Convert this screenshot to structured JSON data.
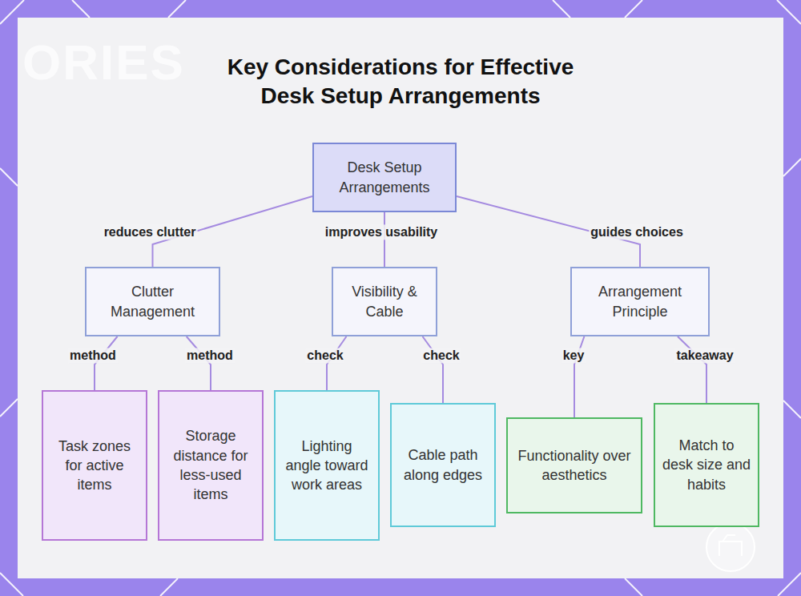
{
  "diagram": {
    "title": "Key Considerations for Effective Desk Setup Arrangements",
    "nodes": [
      {
        "text": [
          "Desk Setup Arrangements"
        ]
      },
      {
        "text": [
          "Clutter Management"
        ]
      },
      {
        "text": [
          "Visibility & Cable"
        ]
      },
      {
        "text": [
          "Arrangement Principle"
        ]
      },
      {
        "text": [
          "Task zones for active items"
        ]
      },
      {
        "text": [
          "Storage distance for less-used items"
        ]
      },
      {
        "text": [
          "Lighting angle toward work areas"
        ]
      },
      {
        "text": [
          "Cable path along edges"
        ]
      },
      {
        "text": [
          "Functionality over aesthetics"
        ]
      },
      {
        "text": [
          "Match to desk size and habits"
        ]
      }
    ],
    "edges": [
      {
        "from": 0,
        "to": 1,
        "label": "reduces clutter",
        "arrow": "none"
      },
      {
        "from": 0,
        "to": 2,
        "label": "improves usability",
        "arrow": "none"
      },
      {
        "from": 0,
        "to": 3,
        "label": "guides choices",
        "arrow": "none"
      },
      {
        "from": 1,
        "to": 4,
        "label": "method",
        "arrow": "none"
      },
      {
        "from": 1,
        "to": 5,
        "label": "method",
        "arrow": "none"
      },
      {
        "from": 2,
        "to": 6,
        "label": "check",
        "arrow": "none"
      },
      {
        "from": 2,
        "to": 7,
        "label": "check",
        "arrow": "none"
      },
      {
        "from": 3,
        "to": 8,
        "label": "key",
        "arrow": "none"
      },
      {
        "from": 3,
        "to": 9,
        "label": "takeaway",
        "arrow": "none"
      }
    ],
    "labels": [
      "ORIES"
    ]
  }
}
